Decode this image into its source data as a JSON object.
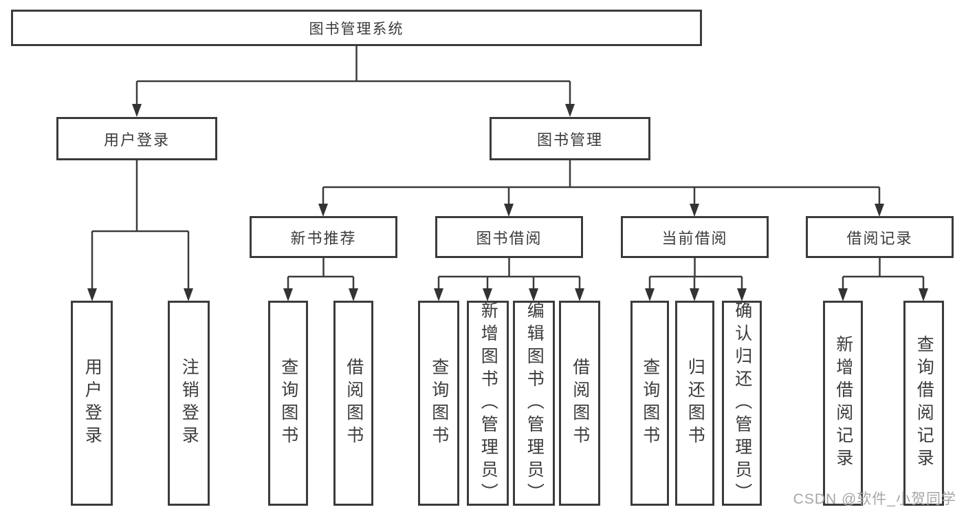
{
  "page": {
    "background": "#ffffff"
  },
  "colors": {
    "box_border": "#3b3b3b",
    "text": "#3b3b3b",
    "connector_line": "#3b3b3b",
    "arrowhead": "#333333",
    "watermark": "#a9a5a5"
  },
  "watermark": "CSDN @软件_小贺同学",
  "tree": {
    "label": "图书管理系统",
    "children": [
      {
        "label": "用户登录",
        "children": [
          {
            "label": "用户登录"
          },
          {
            "label": "注销登录"
          }
        ]
      },
      {
        "label": "图书管理",
        "children": [
          {
            "label": "新书推荐",
            "children": [
              {
                "label": "查询图书"
              },
              {
                "label": "借阅图书"
              }
            ]
          },
          {
            "label": "图书借阅",
            "children": [
              {
                "label": "查询图书"
              },
              {
                "label": "新增图书（管理员）"
              },
              {
                "label": "编辑图书（管理员）"
              },
              {
                "label": "借阅图书"
              }
            ]
          },
          {
            "label": "当前借阅",
            "children": [
              {
                "label": "查询图书"
              },
              {
                "label": "归还图书"
              },
              {
                "label": "确认归还（管理员）"
              }
            ]
          },
          {
            "label": "借阅记录",
            "children": [
              {
                "label": "新增借阅记录"
              },
              {
                "label": "查询借阅记录"
              }
            ]
          }
        ]
      }
    ]
  }
}
